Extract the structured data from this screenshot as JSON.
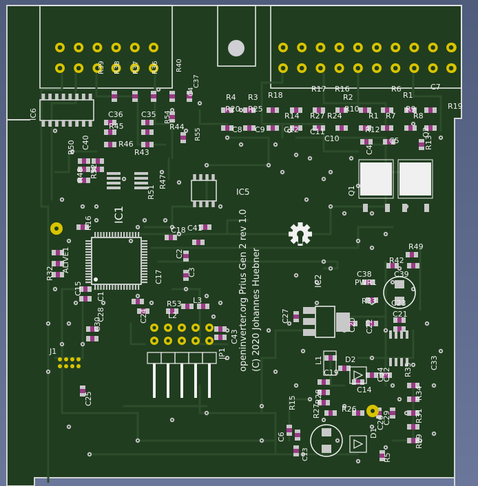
{
  "board": {
    "title": "openinverter.org Prius Gen 2 rev 1.0",
    "copyright": "(C) 2020 Johannes Huebner"
  },
  "colors": {
    "background": "#5d6b8e",
    "board": "#203d1f",
    "board_edge": "#d4d4d4",
    "silk": "#f1f1f1",
    "pad": "#c8c8c8",
    "pad_ring": "#d8c300",
    "trace": "#2c4b2a",
    "smd_body": "#9a3a86"
  },
  "labels": [
    {
      "text": "R39"
    },
    {
      "text": "R38"
    },
    {
      "text": "R37"
    },
    {
      "text": "R36"
    },
    {
      "text": "R40"
    },
    {
      "text": "C37"
    },
    {
      "text": "C4"
    },
    {
      "text": "R54"
    },
    {
      "text": "R44"
    },
    {
      "text": "R55"
    },
    {
      "text": "IC6"
    },
    {
      "text": "C36"
    },
    {
      "text": "C35"
    },
    {
      "text": "R45"
    },
    {
      "text": "R46"
    },
    {
      "text": "R43"
    },
    {
      "text": "R50"
    },
    {
      "text": "C40"
    },
    {
      "text": "R48"
    },
    {
      "text": "R52"
    },
    {
      "text": "R51"
    },
    {
      "text": "R47"
    },
    {
      "text": "R4"
    },
    {
      "text": "R3"
    },
    {
      "text": "R18"
    },
    {
      "text": "R20"
    },
    {
      "text": "R25"
    },
    {
      "text": "C8"
    },
    {
      "text": "C9"
    },
    {
      "text": "R14"
    },
    {
      "text": "R27"
    },
    {
      "text": "R24"
    },
    {
      "text": "C12"
    },
    {
      "text": "C11"
    },
    {
      "text": "C10"
    },
    {
      "text": "R17"
    },
    {
      "text": "R16"
    },
    {
      "text": "R2"
    },
    {
      "text": "R1"
    },
    {
      "text": "R10"
    },
    {
      "text": "R6"
    },
    {
      "text": "R1"
    },
    {
      "text": "C7"
    },
    {
      "text": "R9"
    },
    {
      "text": "R7"
    },
    {
      "text": "R8"
    },
    {
      "text": "R12"
    },
    {
      "text": "C5"
    },
    {
      "text": "R19"
    },
    {
      "text": "C4"
    },
    {
      "text": "Q2"
    },
    {
      "text": "R13"
    },
    {
      "text": "Q1"
    },
    {
      "text": "IC5"
    },
    {
      "text": "C41"
    },
    {
      "text": "IC1"
    },
    {
      "text": "R16"
    },
    {
      "text": "C18"
    },
    {
      "text": "R32"
    },
    {
      "text": "ALIVE1"
    },
    {
      "text": "C15"
    },
    {
      "text": "C2"
    },
    {
      "text": "C17"
    },
    {
      "text": "C3"
    },
    {
      "text": "C1"
    },
    {
      "text": "R53"
    },
    {
      "text": "L3"
    },
    {
      "text": "L2"
    },
    {
      "text": "C24"
    },
    {
      "text": "C30"
    },
    {
      "text": "C28"
    },
    {
      "text": "C43"
    },
    {
      "text": "JP1"
    },
    {
      "text": "J1"
    },
    {
      "text": "C25"
    },
    {
      "text": "R49"
    },
    {
      "text": "R42"
    },
    {
      "text": "C38"
    },
    {
      "text": "C39"
    },
    {
      "text": "PWR1"
    },
    {
      "text": "R33"
    },
    {
      "text": "C23"
    },
    {
      "text": "C21"
    },
    {
      "text": "IC2"
    },
    {
      "text": "C27"
    },
    {
      "text": "C20"
    },
    {
      "text": "C22"
    },
    {
      "text": "C33"
    },
    {
      "text": "L1"
    },
    {
      "text": "D2"
    },
    {
      "text": "C19"
    },
    {
      "text": "C34"
    },
    {
      "text": "C32"
    },
    {
      "text": "R35"
    },
    {
      "text": "C14"
    },
    {
      "text": "R15"
    },
    {
      "text": "R28"
    },
    {
      "text": "R27"
    },
    {
      "text": "R26"
    },
    {
      "text": "C29"
    },
    {
      "text": "C26"
    },
    {
      "text": "R34"
    },
    {
      "text": "R31"
    },
    {
      "text": "R29"
    },
    {
      "text": "C6"
    },
    {
      "text": "C13"
    },
    {
      "text": "D1"
    },
    {
      "text": "R5"
    }
  ]
}
